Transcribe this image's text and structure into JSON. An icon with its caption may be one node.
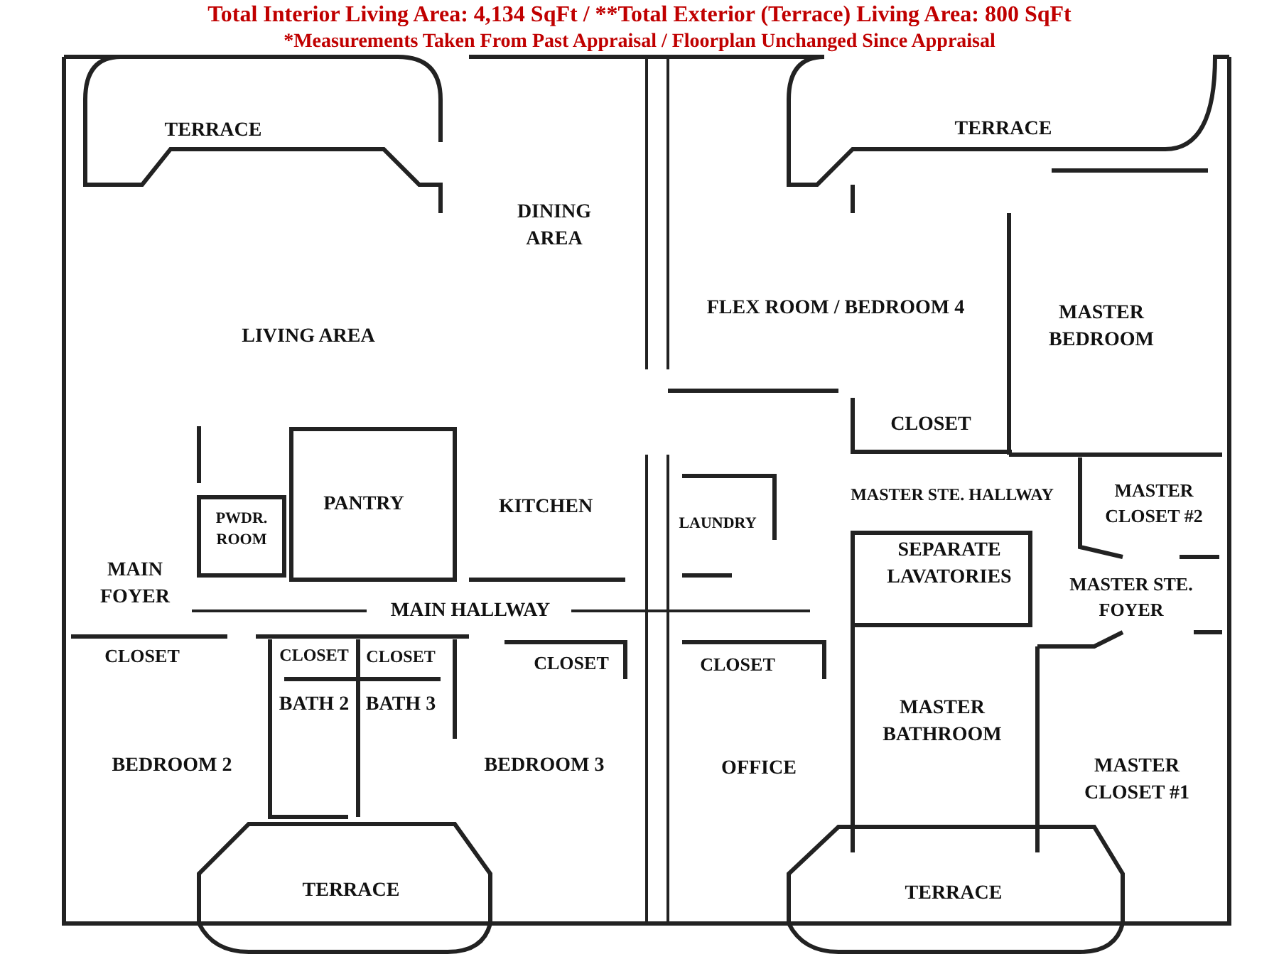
{
  "diagram": {
    "labels": [
      "Total Interior Living Area: 4,134 SqFt / **Total Exterior (Terrace) Living Area: 800 SqFt",
      "*Measurements Taken From Past Appraisal / Floorplan Unchanged Since Appraisal",
      "TERRACE",
      "TERRACE",
      "DINING AREA",
      "LIVING AREA",
      "FLEX ROOM / BEDROOM 4",
      "MASTER BEDROOM",
      "CLOSET",
      "MASTER STE. HALLWAY",
      "MASTER CLOSET #2",
      "PANTRY",
      "PWDR. ROOM",
      "KITCHEN",
      "LAUNDRY",
      "SEPARATE LAVATORIES",
      "MAIN FOYER",
      "MASTER STE. FOYER",
      "MAIN HALLWAY",
      "CLOSET",
      "CLOSET",
      "CLOSET",
      "CLOSET",
      "CLOSET",
      "BATH 2",
      "BATH 3",
      "MASTER BATHROOM",
      "MASTER CLOSET #1",
      "BEDROOM 2",
      "BEDROOM 3",
      "OFFICE",
      "TERRACE",
      "TERRACE"
    ]
  }
}
